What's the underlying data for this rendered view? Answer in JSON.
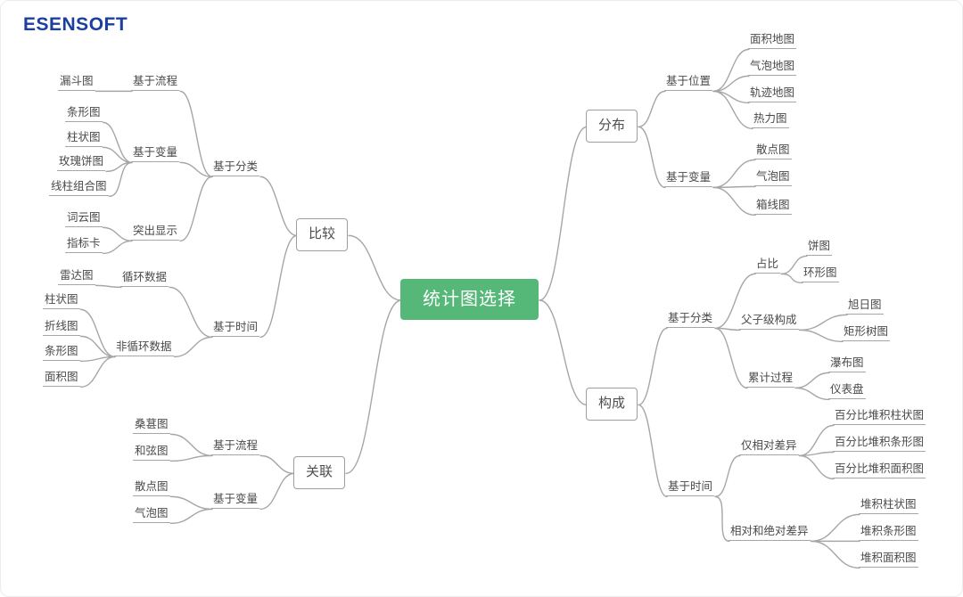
{
  "logo": {
    "text": "ESENSOFT"
  },
  "colors": {
    "root_bg": "#56B878",
    "root_text": "#FFFFFF",
    "line": "#A6A6A6",
    "logo": "#1B3F9E"
  },
  "root": {
    "label": "统计图选择"
  },
  "branches": [
    {
      "label": "比较",
      "children": [
        {
          "label": "基于分类",
          "children": [
            {
              "label": "基于流程",
              "children": [
                {
                  "label": "漏斗图"
                }
              ]
            },
            {
              "label": "基于变量",
              "children": [
                {
                  "label": "条形图"
                },
                {
                  "label": "柱状图"
                },
                {
                  "label": "玫瑰饼图"
                },
                {
                  "label": "线柱组合图"
                }
              ]
            },
            {
              "label": "突出显示",
              "children": [
                {
                  "label": "词云图"
                },
                {
                  "label": "指标卡"
                }
              ]
            }
          ]
        },
        {
          "label": "基于时间",
          "children": [
            {
              "label": "循环数据",
              "children": [
                {
                  "label": "雷达图"
                }
              ]
            },
            {
              "label": "非循环数据",
              "children": [
                {
                  "label": "柱状图"
                },
                {
                  "label": "折线图"
                },
                {
                  "label": "条形图"
                },
                {
                  "label": "面积图"
                }
              ]
            }
          ]
        }
      ]
    },
    {
      "label": "分布",
      "children": [
        {
          "label": "基于位置",
          "children": [
            {
              "label": "面积地图"
            },
            {
              "label": "气泡地图"
            },
            {
              "label": "轨迹地图"
            },
            {
              "label": "热力图"
            }
          ]
        },
        {
          "label": "基于变量",
          "children": [
            {
              "label": "散点图"
            },
            {
              "label": "气泡图"
            },
            {
              "label": "箱线图"
            }
          ]
        }
      ]
    },
    {
      "label": "构成",
      "children": [
        {
          "label": "基于分类",
          "children": [
            {
              "label": "占比",
              "children": [
                {
                  "label": "饼图"
                },
                {
                  "label": "环形图"
                }
              ]
            },
            {
              "label": "父子级构成",
              "children": [
                {
                  "label": "旭日图"
                },
                {
                  "label": "矩形树图"
                }
              ]
            },
            {
              "label": "累计过程",
              "children": [
                {
                  "label": "瀑布图"
                },
                {
                  "label": "仪表盘"
                }
              ]
            }
          ]
        },
        {
          "label": "基于时间",
          "children": [
            {
              "label": "仅相对差异",
              "children": [
                {
                  "label": "百分比堆积柱状图"
                },
                {
                  "label": "百分比堆积条形图"
                },
                {
                  "label": "百分比堆积面积图"
                }
              ]
            },
            {
              "label": "相对和绝对差异",
              "children": [
                {
                  "label": "堆积柱状图"
                },
                {
                  "label": "堆积条形图"
                },
                {
                  "label": "堆积面积图"
                }
              ]
            }
          ]
        }
      ]
    },
    {
      "label": "关联",
      "children": [
        {
          "label": "基于流程",
          "children": [
            {
              "label": "桑葚图"
            },
            {
              "label": "和弦图"
            }
          ]
        },
        {
          "label": "基于变量",
          "children": [
            {
              "label": "散点图"
            },
            {
              "label": "气泡图"
            }
          ]
        }
      ]
    }
  ]
}
